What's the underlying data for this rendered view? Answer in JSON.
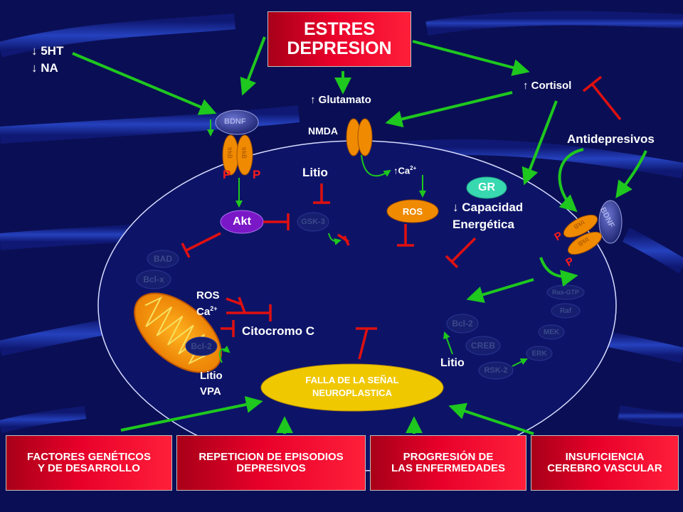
{
  "title": {
    "line1": "ESTRES",
    "line2": "DEPRESION"
  },
  "left_top": {
    "line1": "↓ 5HT",
    "line2": "↓ NA"
  },
  "receptor_left": {
    "bdnf": "BDNF",
    "trkb1": "trkB",
    "trkb2": "trkB",
    "p1": "P",
    "p2": "P"
  },
  "glutamato": "↑ Glutamato",
  "nmda": "NMDA",
  "ca": "↑Ca",
  "ca_sup": "2+",
  "cortisol": "↑ Cortisol",
  "antidepresivos": "Antidepresivos",
  "gr": "GR",
  "capacidad": {
    "line1": "↓ Capacidad",
    "line2": "Energética"
  },
  "litio_top": "Litio",
  "akt": "Akt",
  "gsk": "GSK-3",
  "ros_pill": "ROS",
  "bad": "BAD",
  "bclx": "Bcl-x",
  "bcl2_left": "Bcl-2",
  "ros_ca": {
    "line1": "ROS",
    "line2": "Ca",
    "sup": "2+"
  },
  "citocromo": "Citocromo C",
  "litio_vpa": {
    "line1": "Litio",
    "line2": "VPA"
  },
  "falla": {
    "line1": "FALLA DE LA SEÑAL",
    "line2": "NEUROPLASTICA"
  },
  "receptor_right": {
    "bdnf": "BDNF",
    "trkb1": "trkB",
    "trkb2": "trkB",
    "p1": "P",
    "p2": "P"
  },
  "cascade": {
    "ras": "Ras-GTP",
    "raf": "Raf",
    "mek": "MEK",
    "erk": "ERK",
    "rsk": "RSK-2",
    "creb": "CREB",
    "bcl2": "Bcl-2"
  },
  "litio_bottom": "Litio",
  "bottom_boxes": [
    {
      "line1": "FACTORES GENÉTICOS",
      "line2": "Y DE DESARROLLO"
    },
    {
      "line1": "REPETICION DE EPISODIOS",
      "line2": "DEPRESIVOS"
    },
    {
      "line1": "PROGRESIÓN DE",
      "line2": "LAS ENFERMEDADES"
    },
    {
      "line1": "INSUFICIENCIA",
      "line2": "CEREBRO VASCULAR"
    }
  ],
  "colors": {
    "background": "#0a0f55",
    "arrow_green": "#1ec81e",
    "inhibit_red": "#e01010",
    "box_red": "#e8002a",
    "pill_purple": "#7a18c8",
    "falla_yellow": "#f0c800",
    "mito_orange": "#f0a000",
    "receptor_orange": "#f08a00"
  }
}
